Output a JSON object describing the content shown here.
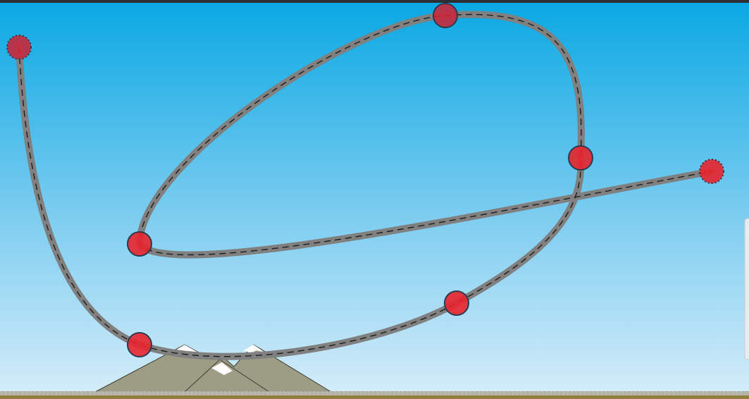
{
  "scene": {
    "type": "track-curve-editor",
    "colors": {
      "top_bar": "#2b2f33",
      "sky_top": "#0aa8e3",
      "sky_mid": "#7dcdf0",
      "sky_bottom": "#d3ecf9",
      "track_outer": "#808080",
      "track_dash": "#1d1d1d",
      "point_fill": "#e8242c",
      "point_stroke": "#2c3a4e",
      "mountain": "#9d9d86",
      "mountain_outline": "#3c3c32",
      "snow": "#ffffff",
      "ground_strip": "#b5b3a8",
      "ground_dirt": "#8f7f3f",
      "side_panel": "#e8ecef"
    },
    "control_points": [
      {
        "id": "start-anchor",
        "style": "dotted-endpoint"
      },
      {
        "id": "point-1",
        "style": "solid"
      },
      {
        "id": "point-2",
        "style": "solid"
      },
      {
        "id": "point-3",
        "style": "solid"
      },
      {
        "id": "point-4",
        "style": "solid"
      },
      {
        "id": "point-5",
        "style": "solid"
      },
      {
        "id": "end-anchor",
        "style": "dotted-endpoint"
      }
    ],
    "icons": [
      "mountain-icon"
    ]
  }
}
